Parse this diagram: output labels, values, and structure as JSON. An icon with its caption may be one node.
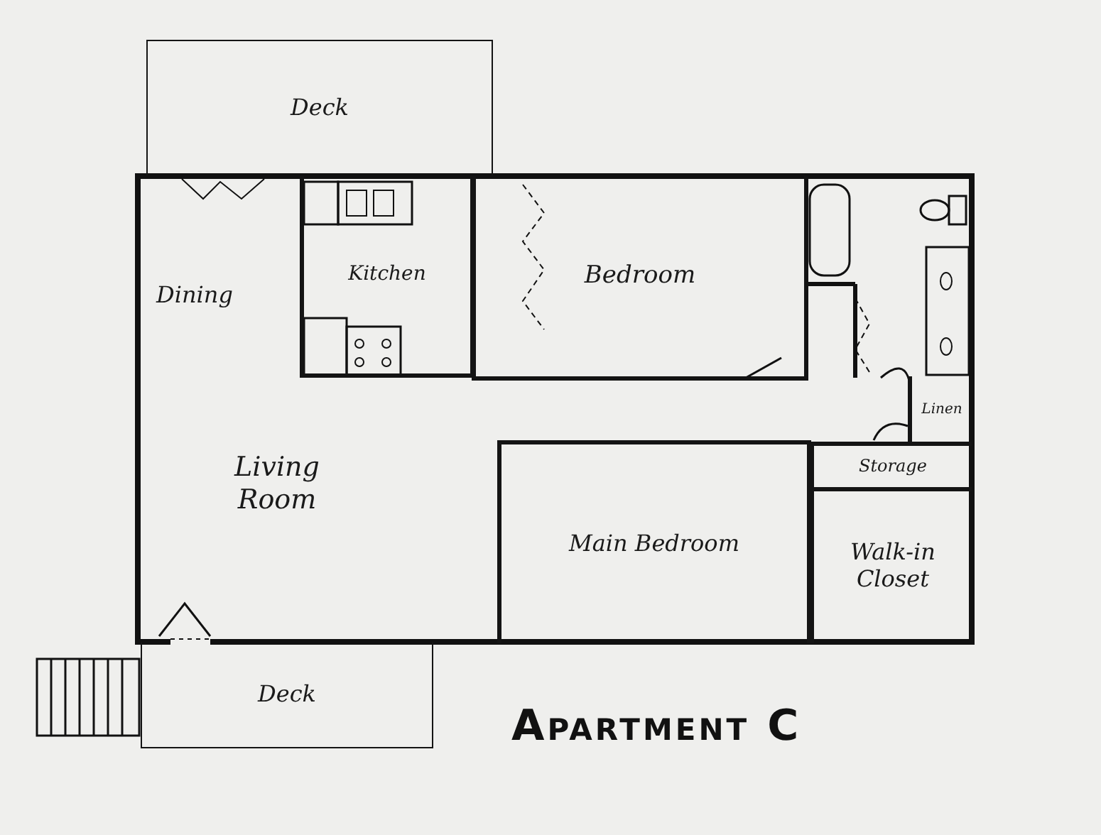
{
  "diagram": {
    "title": "Apartment C",
    "nodes": [
      {
        "text": [
          "Deck"
        ]
      },
      {
        "text": [
          "Kitchen"
        ]
      },
      {
        "text": [
          "Bedroom"
        ]
      },
      {
        "text": [
          "Linen"
        ]
      },
      {
        "text": [
          "Storage"
        ]
      },
      {
        "text": [
          "Main Bedroom"
        ]
      },
      {
        "text": [
          "Walk-in Closet"
        ]
      },
      {
        "text": [
          "Deck"
        ]
      }
    ],
    "labels": [
      "Dining",
      "Living Room"
    ]
  }
}
